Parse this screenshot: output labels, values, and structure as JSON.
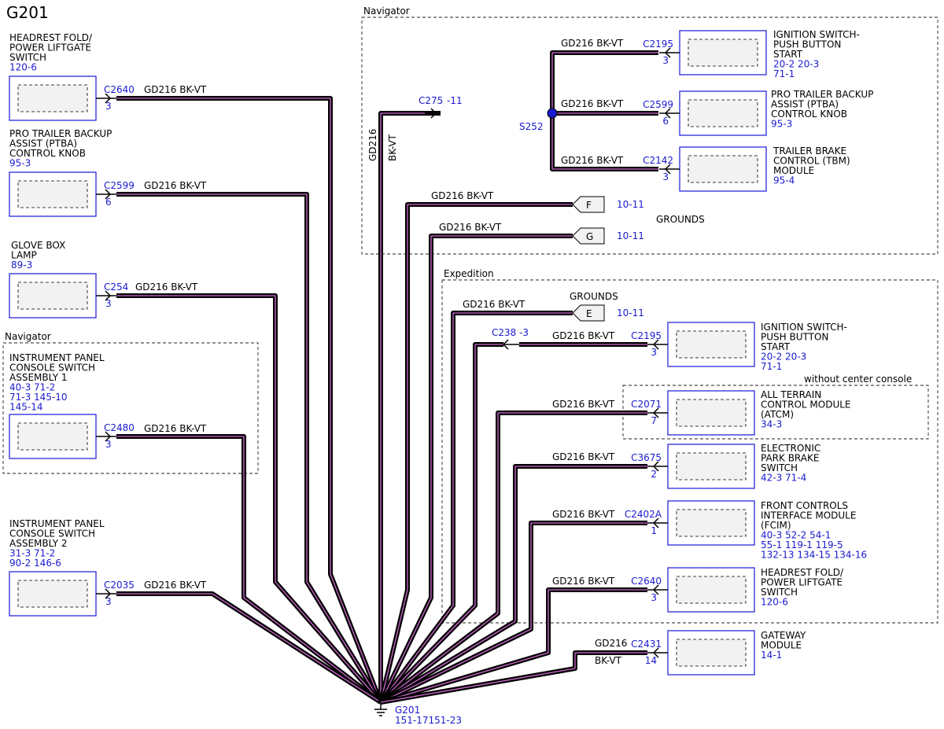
{
  "title": "G201",
  "wire_code": "GD216",
  "wire_color": "BK-VT",
  "ground": {
    "label": "G201",
    "refs": "151-17151-23"
  },
  "splice": {
    "label": "S252"
  },
  "regions": [
    {
      "label": "Navigator"
    },
    {
      "label": "Navigator"
    },
    {
      "label": "Expedition"
    },
    {
      "label": "without center console"
    }
  ],
  "components": [
    {
      "lines": [
        "HEADREST FOLD/",
        "POWER LIFTGATE",
        "SWITCH"
      ],
      "refs": [
        "120-6"
      ],
      "connector": "C2640",
      "pin": "3"
    },
    {
      "lines": [
        "PRO TRAILER BACKUP",
        "ASSIST (PTBA)",
        "CONTROL KNOB"
      ],
      "refs": [
        "95-3"
      ],
      "connector": "C2599",
      "pin": "6"
    },
    {
      "lines": [
        "GLOVE BOX",
        "LAMP"
      ],
      "refs": [
        "89-3"
      ],
      "connector": "C254",
      "pin": "3"
    },
    {
      "lines": [
        "INSTRUMENT PANEL",
        "CONSOLE SWITCH",
        "ASSEMBLY 1"
      ],
      "refs": [
        "40-3  71-2",
        "71-3    145-10",
        "145-14"
      ],
      "connector": "C2480",
      "pin": "3"
    },
    {
      "lines": [
        "INSTRUMENT PANEL",
        "CONSOLE SWITCH",
        "ASSEMBLY 2"
      ],
      "refs": [
        "31-3  71-2",
        "90-2  146-6"
      ],
      "connector": "C2035",
      "pin": "3"
    },
    {
      "lines": [
        "IGNITION SWITCH-",
        "PUSH BUTTON",
        "START"
      ],
      "refs": [
        "20-2   20-3",
        "71-1"
      ],
      "connector": "C2195",
      "pin": "3"
    },
    {
      "lines": [
        "PRO TRAILER BACKUP",
        "ASSIST (PTBA)",
        "CONTROL KNOB"
      ],
      "refs": [
        "95-3"
      ],
      "connector": "C2599",
      "pin": "6"
    },
    {
      "lines": [
        "TRAILER BRAKE",
        "CONTROL (TBM)",
        "MODULE"
      ],
      "refs": [
        "95-4"
      ],
      "connector": "C2142",
      "pin": "3"
    },
    {
      "lines": [
        "IGNITION SWITCH-",
        "PUSH BUTTON",
        "START"
      ],
      "refs": [
        "20-2   20-3",
        "71-1"
      ],
      "connector": "C2195",
      "pin": "3"
    },
    {
      "lines": [
        "ALL TERRAIN",
        "CONTROL MODULE",
        "(ATCM)"
      ],
      "refs": [
        "34-3"
      ],
      "connector": "C2071",
      "pin": "7"
    },
    {
      "lines": [
        "ELECTRONIC",
        "PARK BRAKE",
        "SWITCH"
      ],
      "refs": [
        "42-3   71-4"
      ],
      "connector": "C3675",
      "pin": "2"
    },
    {
      "lines": [
        "FRONT CONTROLS",
        "INTERFACE MODULE",
        "(FCIM)"
      ],
      "refs": [
        " 40-3   52-2   54-1",
        " 55-1   119-1  119-5",
        "132-13  134-15  134-16"
      ],
      "connector": "C2402A",
      "pin": "1"
    },
    {
      "lines": [
        "HEADREST FOLD/",
        "POWER LIFTGATE",
        "SWITCH"
      ],
      "refs": [
        "120-6"
      ],
      "connector": "C2640",
      "pin": "3"
    },
    {
      "lines": [
        "GATEWAY",
        "MODULE"
      ],
      "refs": [
        "14-1"
      ],
      "connector": "C2431",
      "pin": "14"
    }
  ],
  "inline_connectors": [
    {
      "connector": "C275",
      "pin": "-11"
    },
    {
      "connector": "C238",
      "pin": "-3"
    }
  ],
  "grounds": [
    {
      "tag": "F",
      "ref": "10-11"
    },
    {
      "tag": "G",
      "ref": "10-11"
    },
    {
      "tag": "E",
      "ref": "10-11"
    }
  ],
  "grounds_labels": [
    "GROUNDS",
    "GROUNDS"
  ]
}
